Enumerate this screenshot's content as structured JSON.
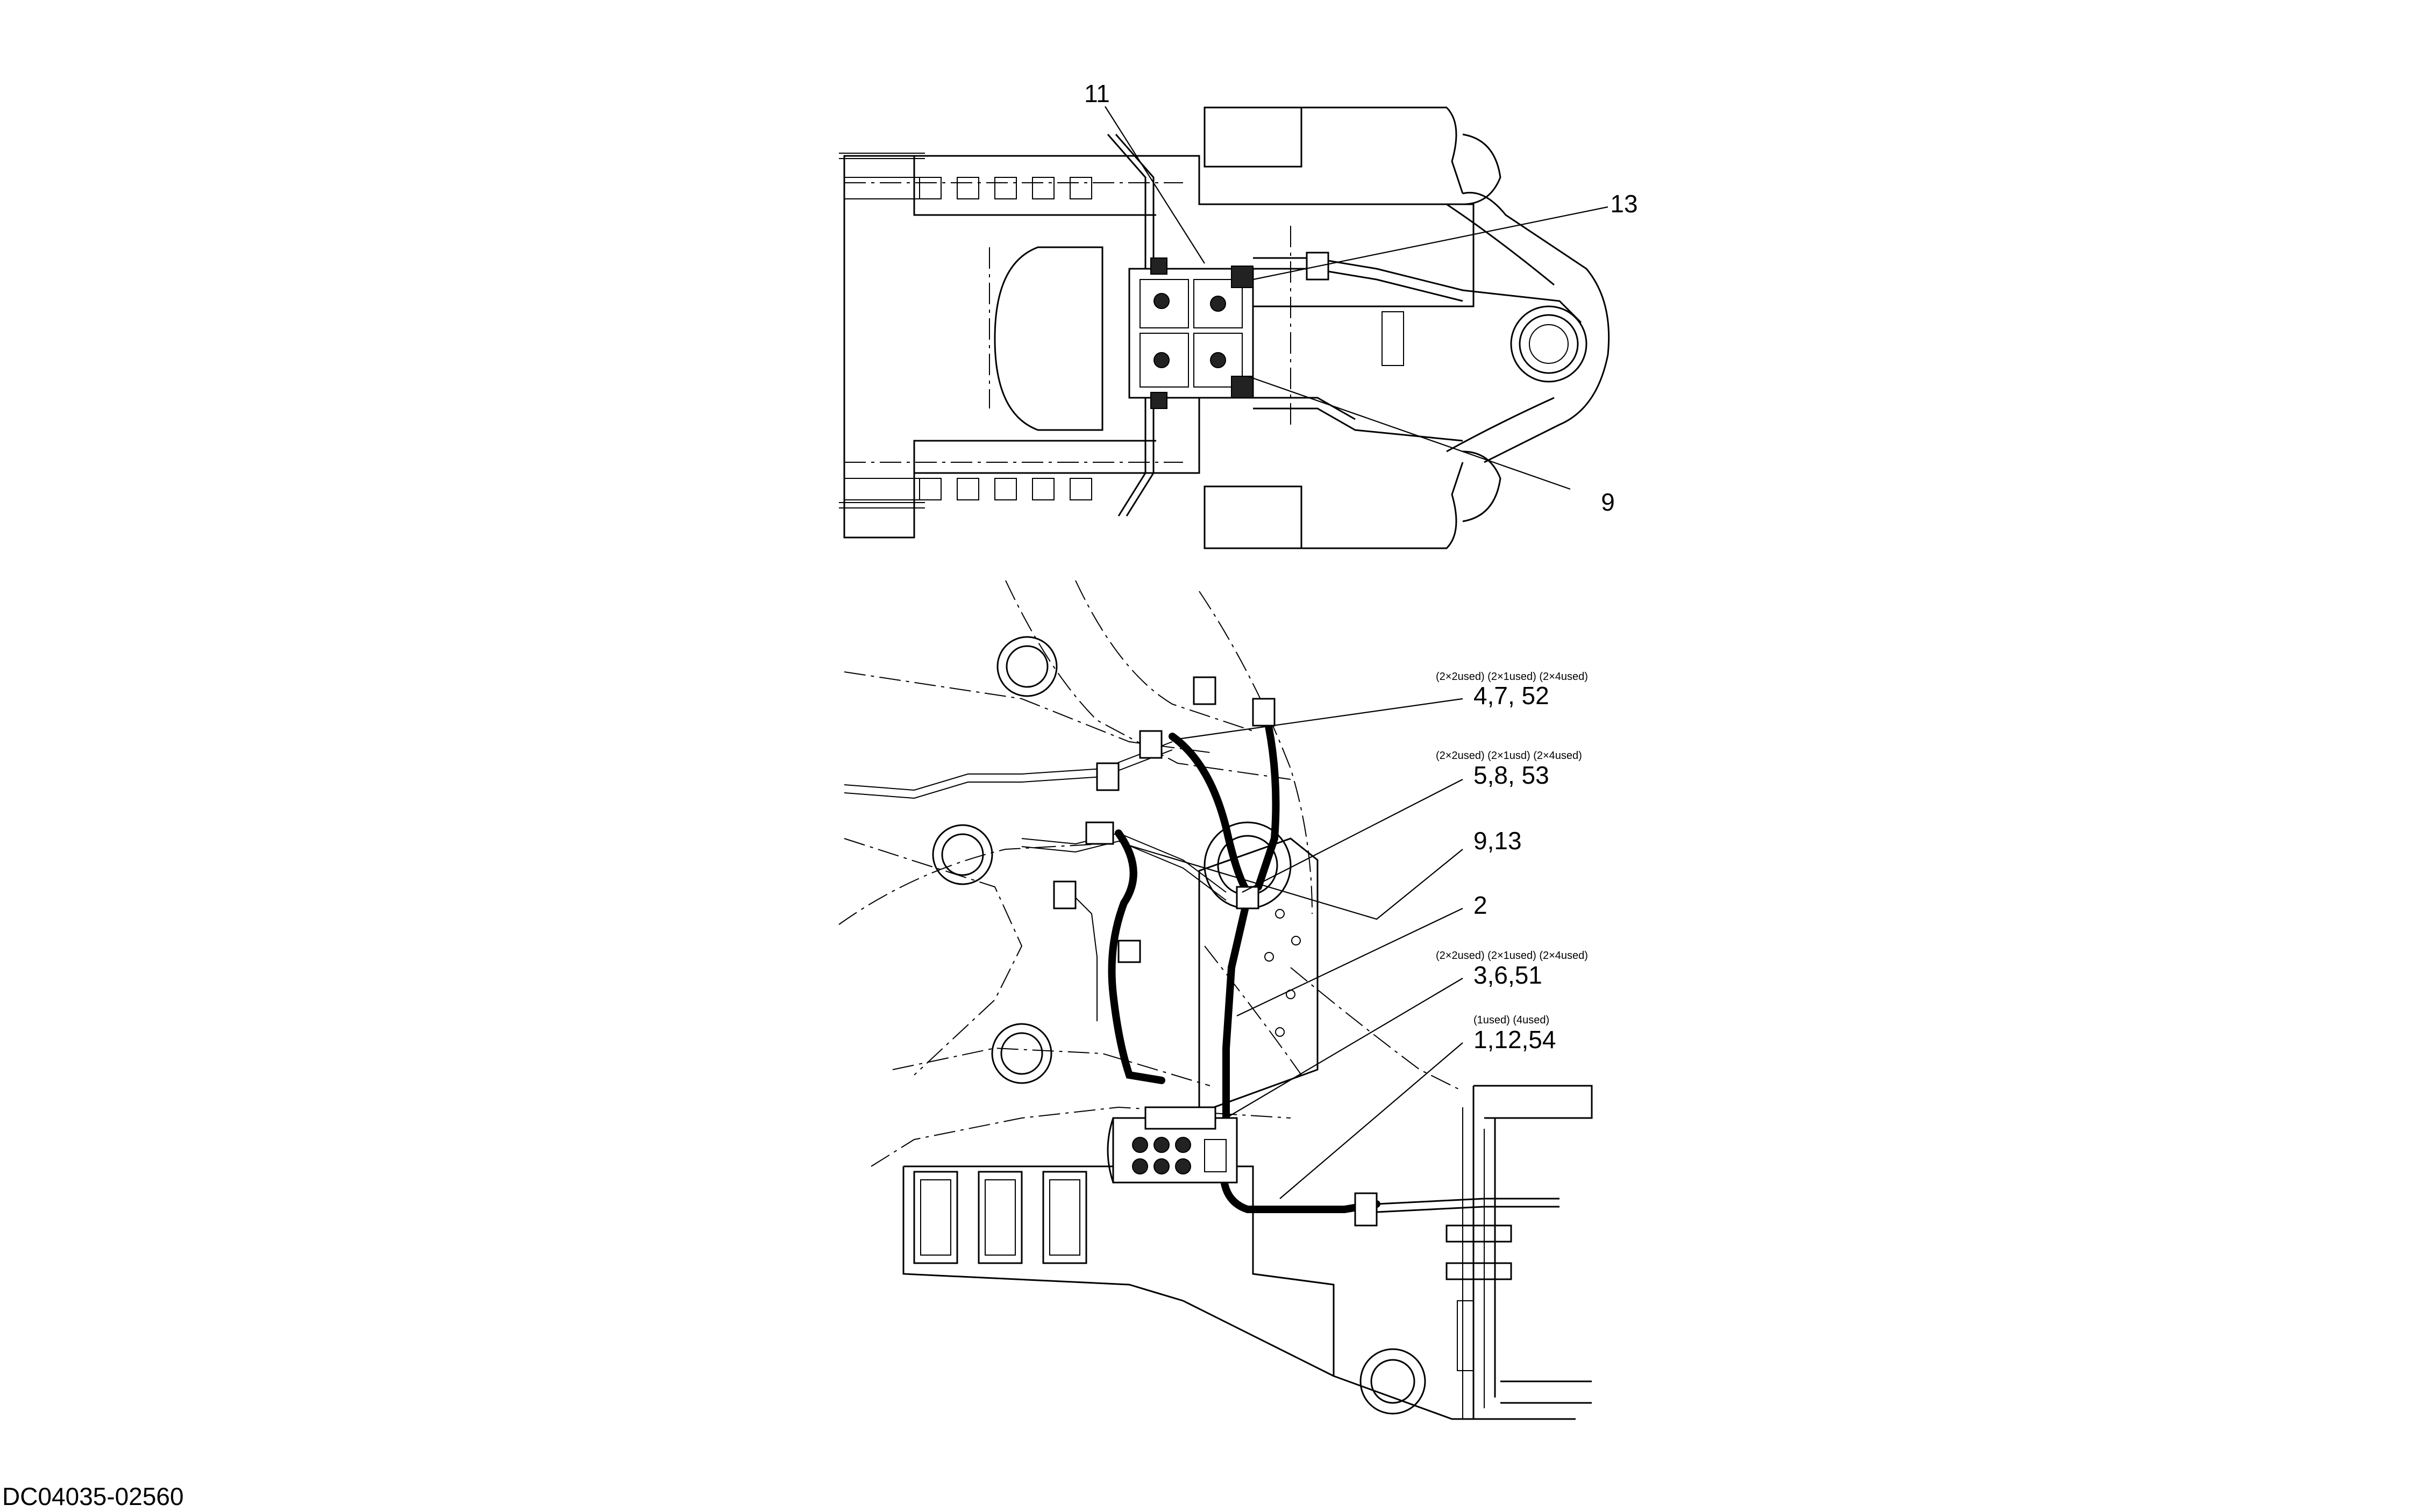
{
  "drawing_id": "DC04035-02560",
  "top_view": {
    "callouts": [
      "11",
      "13",
      "9"
    ]
  },
  "bottom_view": {
    "callouts": [
      {
        "qty_note": "(2×2used) (2×1used) (2×4used)",
        "label": "4,7, 52"
      },
      {
        "qty_note": "(2×2used) (2×1usd) (2×4used)",
        "label": "5,8, 53"
      },
      {
        "qty_note": "",
        "label": "9,13"
      },
      {
        "qty_note": "",
        "label": "2"
      },
      {
        "qty_note": "(2×2used) (2×1used) (2×4used)",
        "label": "3,6,51"
      },
      {
        "qty_note": "(1used) (4used)",
        "label": "1,12,54"
      }
    ]
  }
}
